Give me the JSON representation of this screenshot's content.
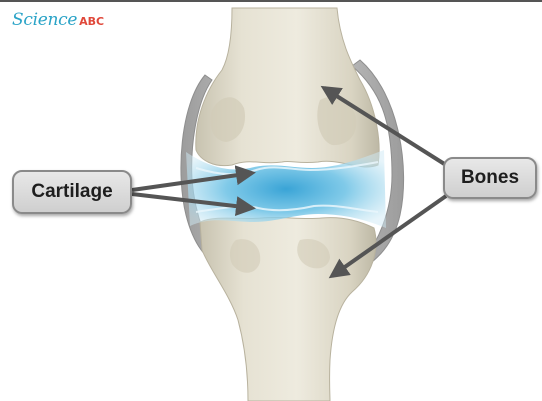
{
  "logo": {
    "script_text": "Science",
    "abc_text": "ABC"
  },
  "labels": {
    "cartilage": "Cartilage",
    "bones": "Bones"
  },
  "colors": {
    "bone": "#e4e0d0",
    "capsule": "#b9b9b9",
    "cartilage": "#6fc3e3",
    "callout_border": "#8a8a8a",
    "arrow": "#555555",
    "logo_script": "#2aa3c7",
    "logo_abc": "#e0483a"
  }
}
